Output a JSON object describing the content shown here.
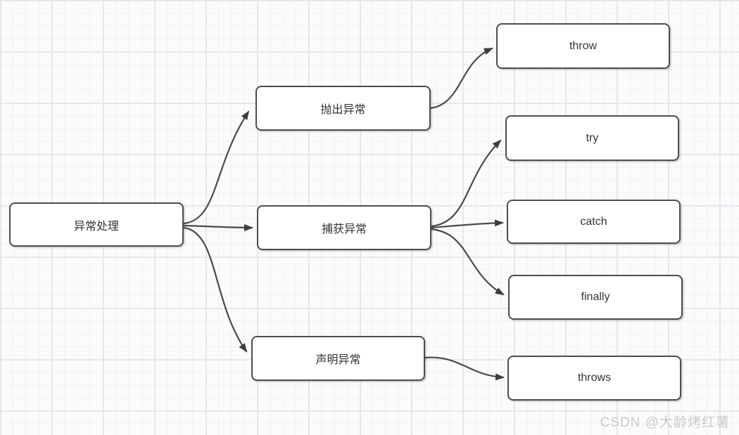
{
  "diagram": {
    "title": "exception-handling-mindmap",
    "nodes": [
      {
        "id": "root",
        "label": "异常处理"
      },
      {
        "id": "throw-exception",
        "label": "抛出异常"
      },
      {
        "id": "catch-exception",
        "label": "捕获异常"
      },
      {
        "id": "declare-exception",
        "label": "声明异常"
      },
      {
        "id": "throw",
        "label": "throw"
      },
      {
        "id": "try",
        "label": "try"
      },
      {
        "id": "catch",
        "label": "catch"
      },
      {
        "id": "finally",
        "label": "finally"
      },
      {
        "id": "throws",
        "label": "throws"
      }
    ],
    "edges": [
      {
        "from": "root",
        "to": "throw-exception"
      },
      {
        "from": "root",
        "to": "catch-exception"
      },
      {
        "from": "root",
        "to": "declare-exception"
      },
      {
        "from": "throw-exception",
        "to": "throw"
      },
      {
        "from": "catch-exception",
        "to": "try"
      },
      {
        "from": "catch-exception",
        "to": "catch"
      },
      {
        "from": "catch-exception",
        "to": "finally"
      },
      {
        "from": "declare-exception",
        "to": "throws"
      }
    ]
  },
  "watermark": "CSDN @大龄烤红薯",
  "colors": {
    "node_fill": "#ffffff",
    "node_border": "#4d4d4d",
    "edge": "#4a4a4a",
    "text": "#333333",
    "watermark": "#c8c8c8",
    "grid_minor": "#f0f0f4",
    "grid_major": "#e7e7eb",
    "background": "#fbfbfd"
  }
}
